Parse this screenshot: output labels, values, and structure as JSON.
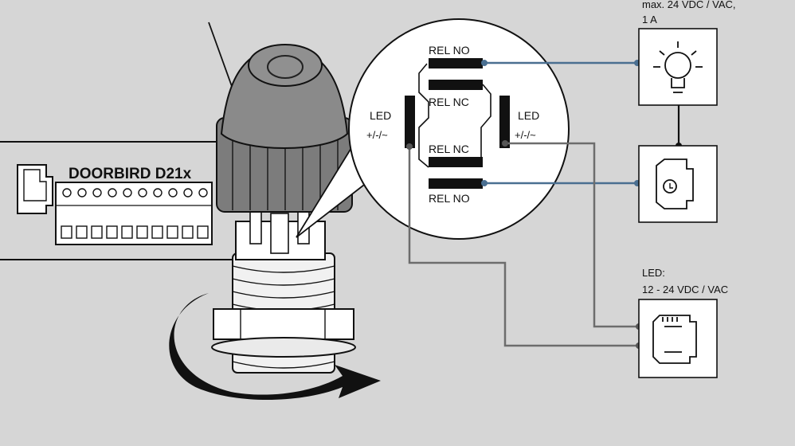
{
  "device": {
    "model_label": "DOORBIRD D21x"
  },
  "relay": {
    "top_no": "REL NO",
    "top_nc": "REL NC",
    "bottom_nc": "REL NC",
    "bottom_no": "REL NO"
  },
  "led_left": {
    "line1": "LED",
    "line2": "+/-/~"
  },
  "led_right": {
    "line1": "LED",
    "line2": "+/-/~"
  },
  "lamp_spec": {
    "line1": "max. 24 VDC / VAC,",
    "line2": "1 A"
  },
  "led_supply_spec": {
    "line1": "LED:",
    "line2": "12 - 24 VDC / VAC"
  },
  "colors": {
    "background": "#d6d6d6",
    "relay_wire": "#4a6f91",
    "led_wire": "#6d6d6d"
  }
}
